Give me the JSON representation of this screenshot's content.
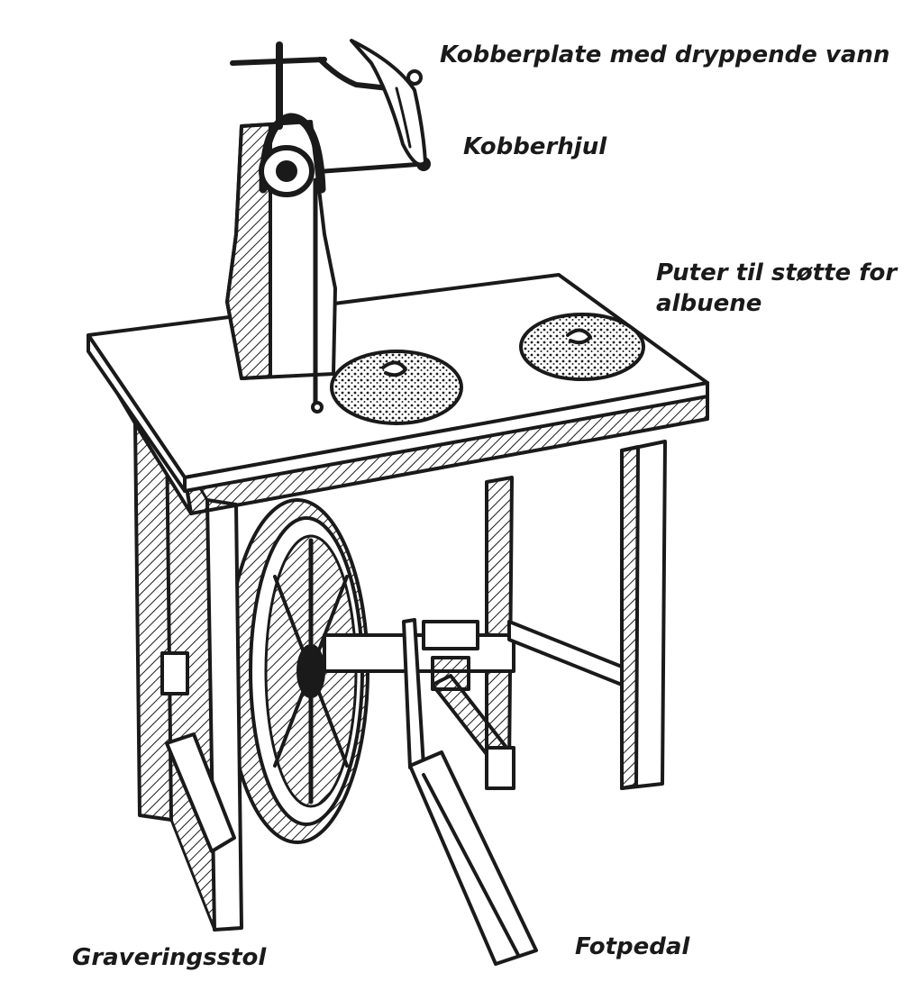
{
  "labels": {
    "copper_plate": "Kobberplate med dryppende vann",
    "copper_wheel": "Kobberhjul",
    "pads_line1": "Puter til støtte for",
    "pads_line2": "albuene",
    "engraving_chair": "Graveringsstol",
    "foot_pedal": "Fotpedal"
  },
  "colors": {
    "ink": "#1a1a1a",
    "paper": "#ffffff"
  }
}
